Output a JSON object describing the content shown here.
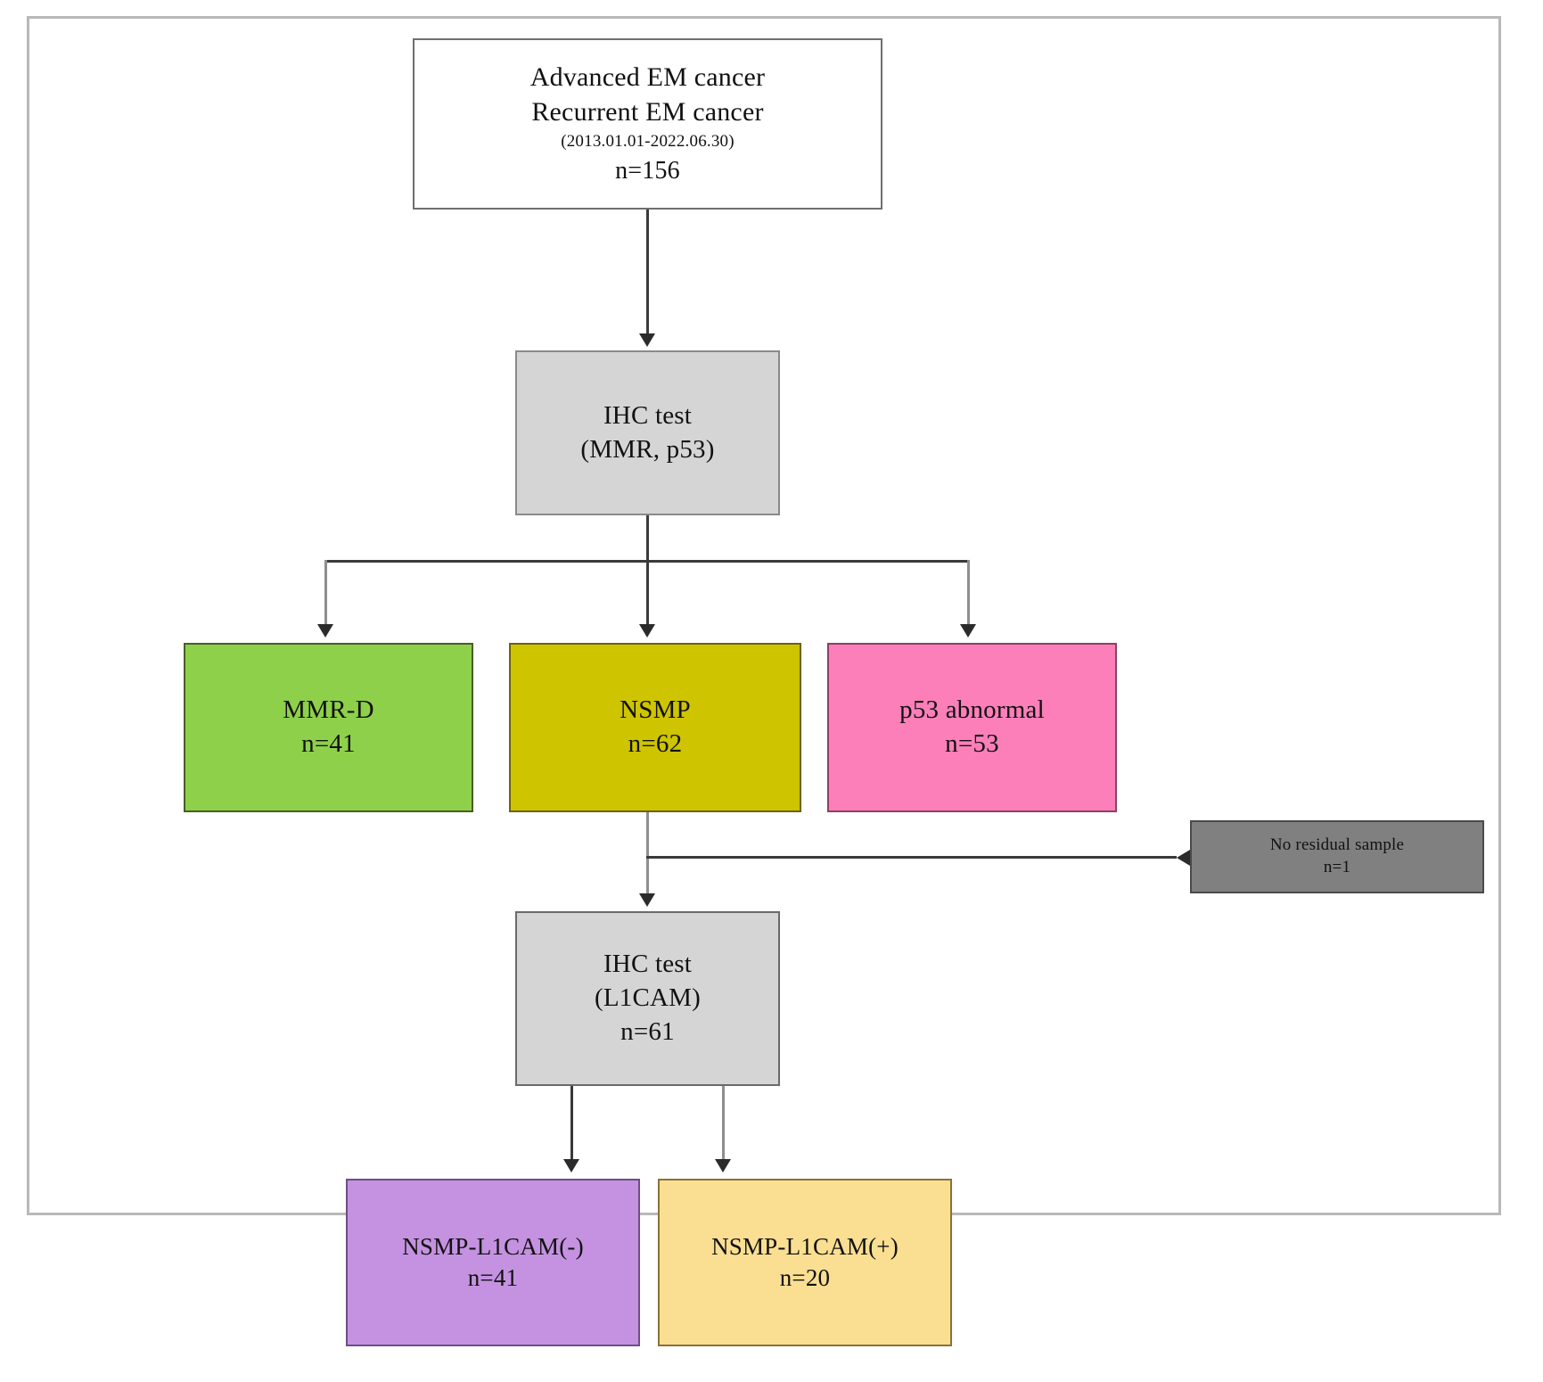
{
  "figure": {
    "type": "flowchart",
    "title": "Endometrial cancer molecular classification cohort flow"
  },
  "nodes": {
    "cohort": {
      "line1": "Advanced EM cancer",
      "line2": "Recurrent EM cancer",
      "period": "(2013.01.01-2022.06.30)",
      "count": "n=156",
      "fill": "#ffffff"
    },
    "ihc_test_1": {
      "line1": "IHC  test",
      "line2": "(MMR, p53)",
      "fill": "#d5d5d5"
    },
    "mmrd": {
      "label": "MMR-D",
      "count": "n=41",
      "fill": "#8ed04a"
    },
    "nsmp": {
      "label": "NSMP",
      "count": "n=62",
      "fill": "#cec400"
    },
    "p53_abnormal": {
      "label": "p53 abnormal",
      "count": "n=53",
      "fill": "#fc7fba"
    },
    "no_residual_sample": {
      "label": "No residual sample",
      "count": "n=1",
      "fill": "#808080"
    },
    "ihc_test_2": {
      "line1": "IHC  test",
      "line2": "(L1CAM)",
      "count": "n=61",
      "fill": "#d5d5d5"
    },
    "l1cam_negative": {
      "label": "NSMP-L1CAM(-)",
      "count": "n=41",
      "fill": "#c492e0"
    },
    "l1cam_positive": {
      "label": "NSMP-L1CAM(+)",
      "count": "n=20",
      "fill": "#fadf93"
    }
  },
  "edges": [
    {
      "from": "cohort",
      "to": "ihc_test_1"
    },
    {
      "from": "ihc_test_1",
      "to": "mmrd"
    },
    {
      "from": "ihc_test_1",
      "to": "nsmp"
    },
    {
      "from": "ihc_test_1",
      "to": "p53_abnormal"
    },
    {
      "from": "nsmp",
      "to": "no_residual_sample"
    },
    {
      "from": "nsmp",
      "to": "ihc_test_2"
    },
    {
      "from": "ihc_test_2",
      "to": "l1cam_negative"
    },
    {
      "from": "ihc_test_2",
      "to": "l1cam_positive"
    }
  ]
}
